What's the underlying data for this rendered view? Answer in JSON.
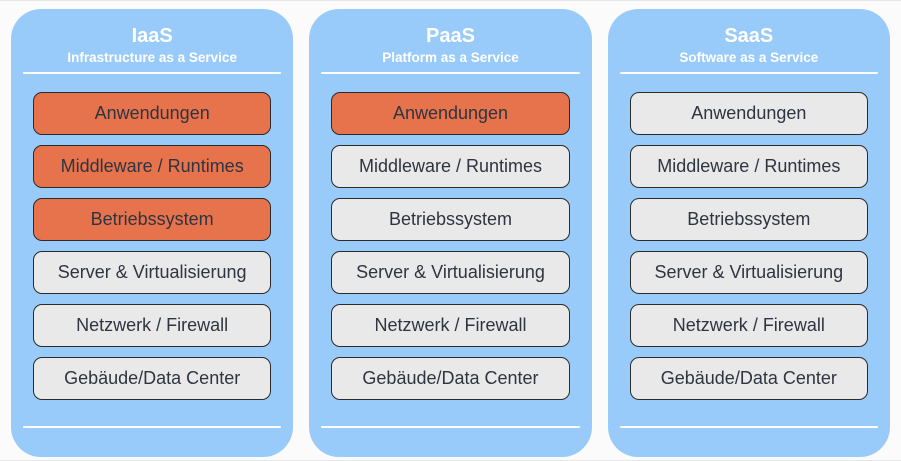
{
  "colors": {
    "column_bg": "#99cbfa",
    "box_orange": "#e7734d",
    "box_gray": "#e9e9e9",
    "box_border": "#2b2b2b",
    "box_text": "#2e3440",
    "header_text": "#ffffff",
    "divider": "#ffffff",
    "page_bg": "#fbfbfb",
    "page_edge": "#e7e7e7"
  },
  "columns": [
    {
      "title": "IaaS",
      "subtitle": "Infrastructure as a Service",
      "layers": [
        {
          "label": "Anwendungen",
          "highlighted": true
        },
        {
          "label": "Middleware / Runtimes",
          "highlighted": true
        },
        {
          "label": "Betriebssystem",
          "highlighted": true
        },
        {
          "label": "Server & Virtualisierung",
          "highlighted": false
        },
        {
          "label": "Netzwerk / Firewall",
          "highlighted": false
        },
        {
          "label": "Gebäude/Data Center",
          "highlighted": false
        }
      ]
    },
    {
      "title": "PaaS",
      "subtitle": "Platform as a Service",
      "layers": [
        {
          "label": "Anwendungen",
          "highlighted": true
        },
        {
          "label": "Middleware / Runtimes",
          "highlighted": false
        },
        {
          "label": "Betriebssystem",
          "highlighted": false
        },
        {
          "label": "Server & Virtualisierung",
          "highlighted": false
        },
        {
          "label": "Netzwerk / Firewall",
          "highlighted": false
        },
        {
          "label": "Gebäude/Data Center",
          "highlighted": false
        }
      ]
    },
    {
      "title": "SaaS",
      "subtitle": "Software as a Service",
      "layers": [
        {
          "label": "Anwendungen",
          "highlighted": false
        },
        {
          "label": "Middleware / Runtimes",
          "highlighted": false
        },
        {
          "label": "Betriebssystem",
          "highlighted": false
        },
        {
          "label": "Server & Virtualisierung",
          "highlighted": false
        },
        {
          "label": "Netzwerk / Firewall",
          "highlighted": false
        },
        {
          "label": "Gebäude/Data Center",
          "highlighted": false
        }
      ]
    }
  ]
}
